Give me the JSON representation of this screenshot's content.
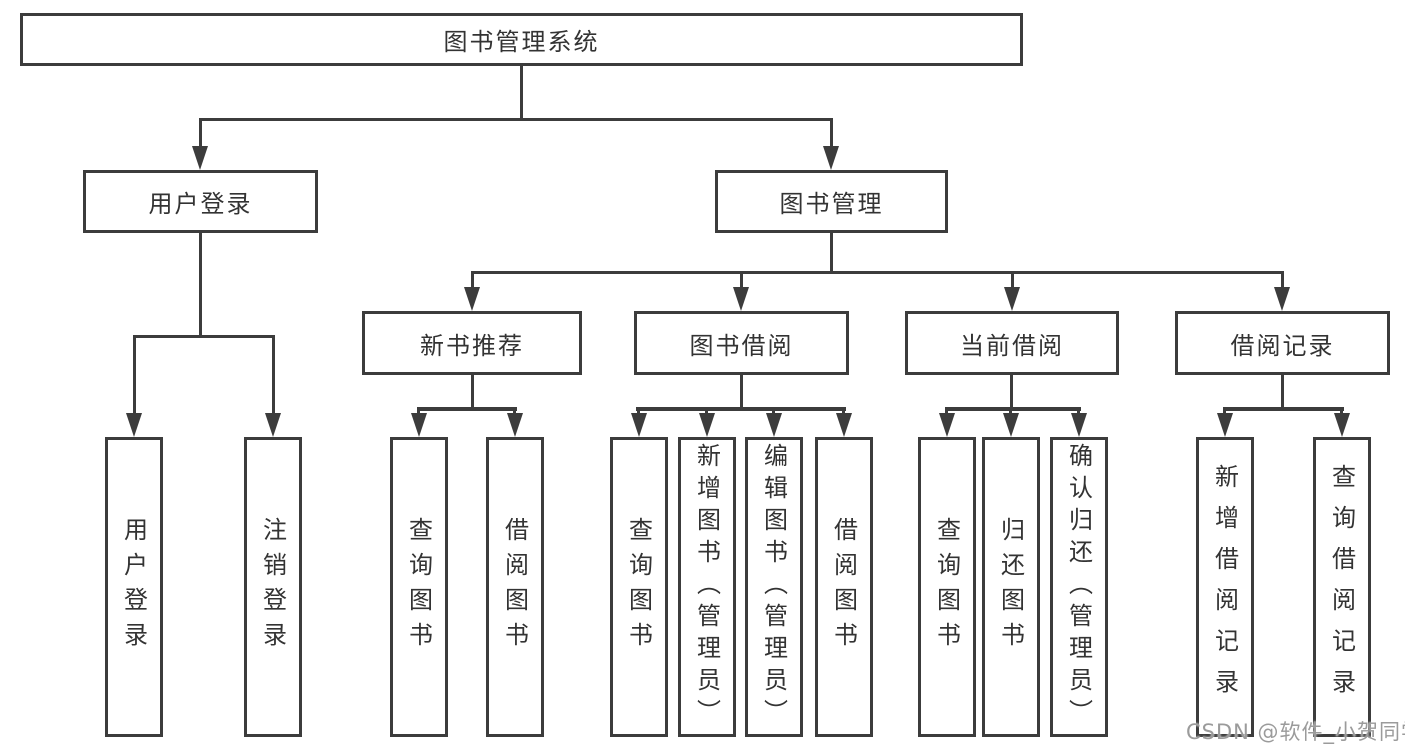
{
  "nodes": {
    "root": "图书管理系统",
    "level1": {
      "userLogin": "用户登录",
      "bookMgmt": "图书管理"
    },
    "level2": {
      "newBookRec": "新书推荐",
      "bookBorrow": "图书借阅",
      "currentBorrow": "当前借阅",
      "borrowRecords": "借阅记录"
    },
    "leaves": {
      "userLogin1": "用户登录",
      "userLogin2": "注销登录",
      "newBookRec1": "查询图书",
      "newBookRec2": "借阅图书",
      "bookBorrow1": "查询图书",
      "bookBorrow2": "新增图书（管理员）",
      "bookBorrow3": "编辑图书（管理员）",
      "bookBorrow4": "借阅图书",
      "currentBorrow1": "查询图书",
      "currentBorrow2": "归还图书",
      "currentBorrow3": "确认归还（管理员）",
      "borrowRecords1": "新增借阅记录",
      "borrowRecords2": "查询借阅记录"
    }
  },
  "watermark": "CSDN @软件_小贺同学",
  "colors": {
    "line": "#3c3c3c",
    "text": "#333333",
    "watermark": "#9b9b9b",
    "background": "#ffffff"
  }
}
